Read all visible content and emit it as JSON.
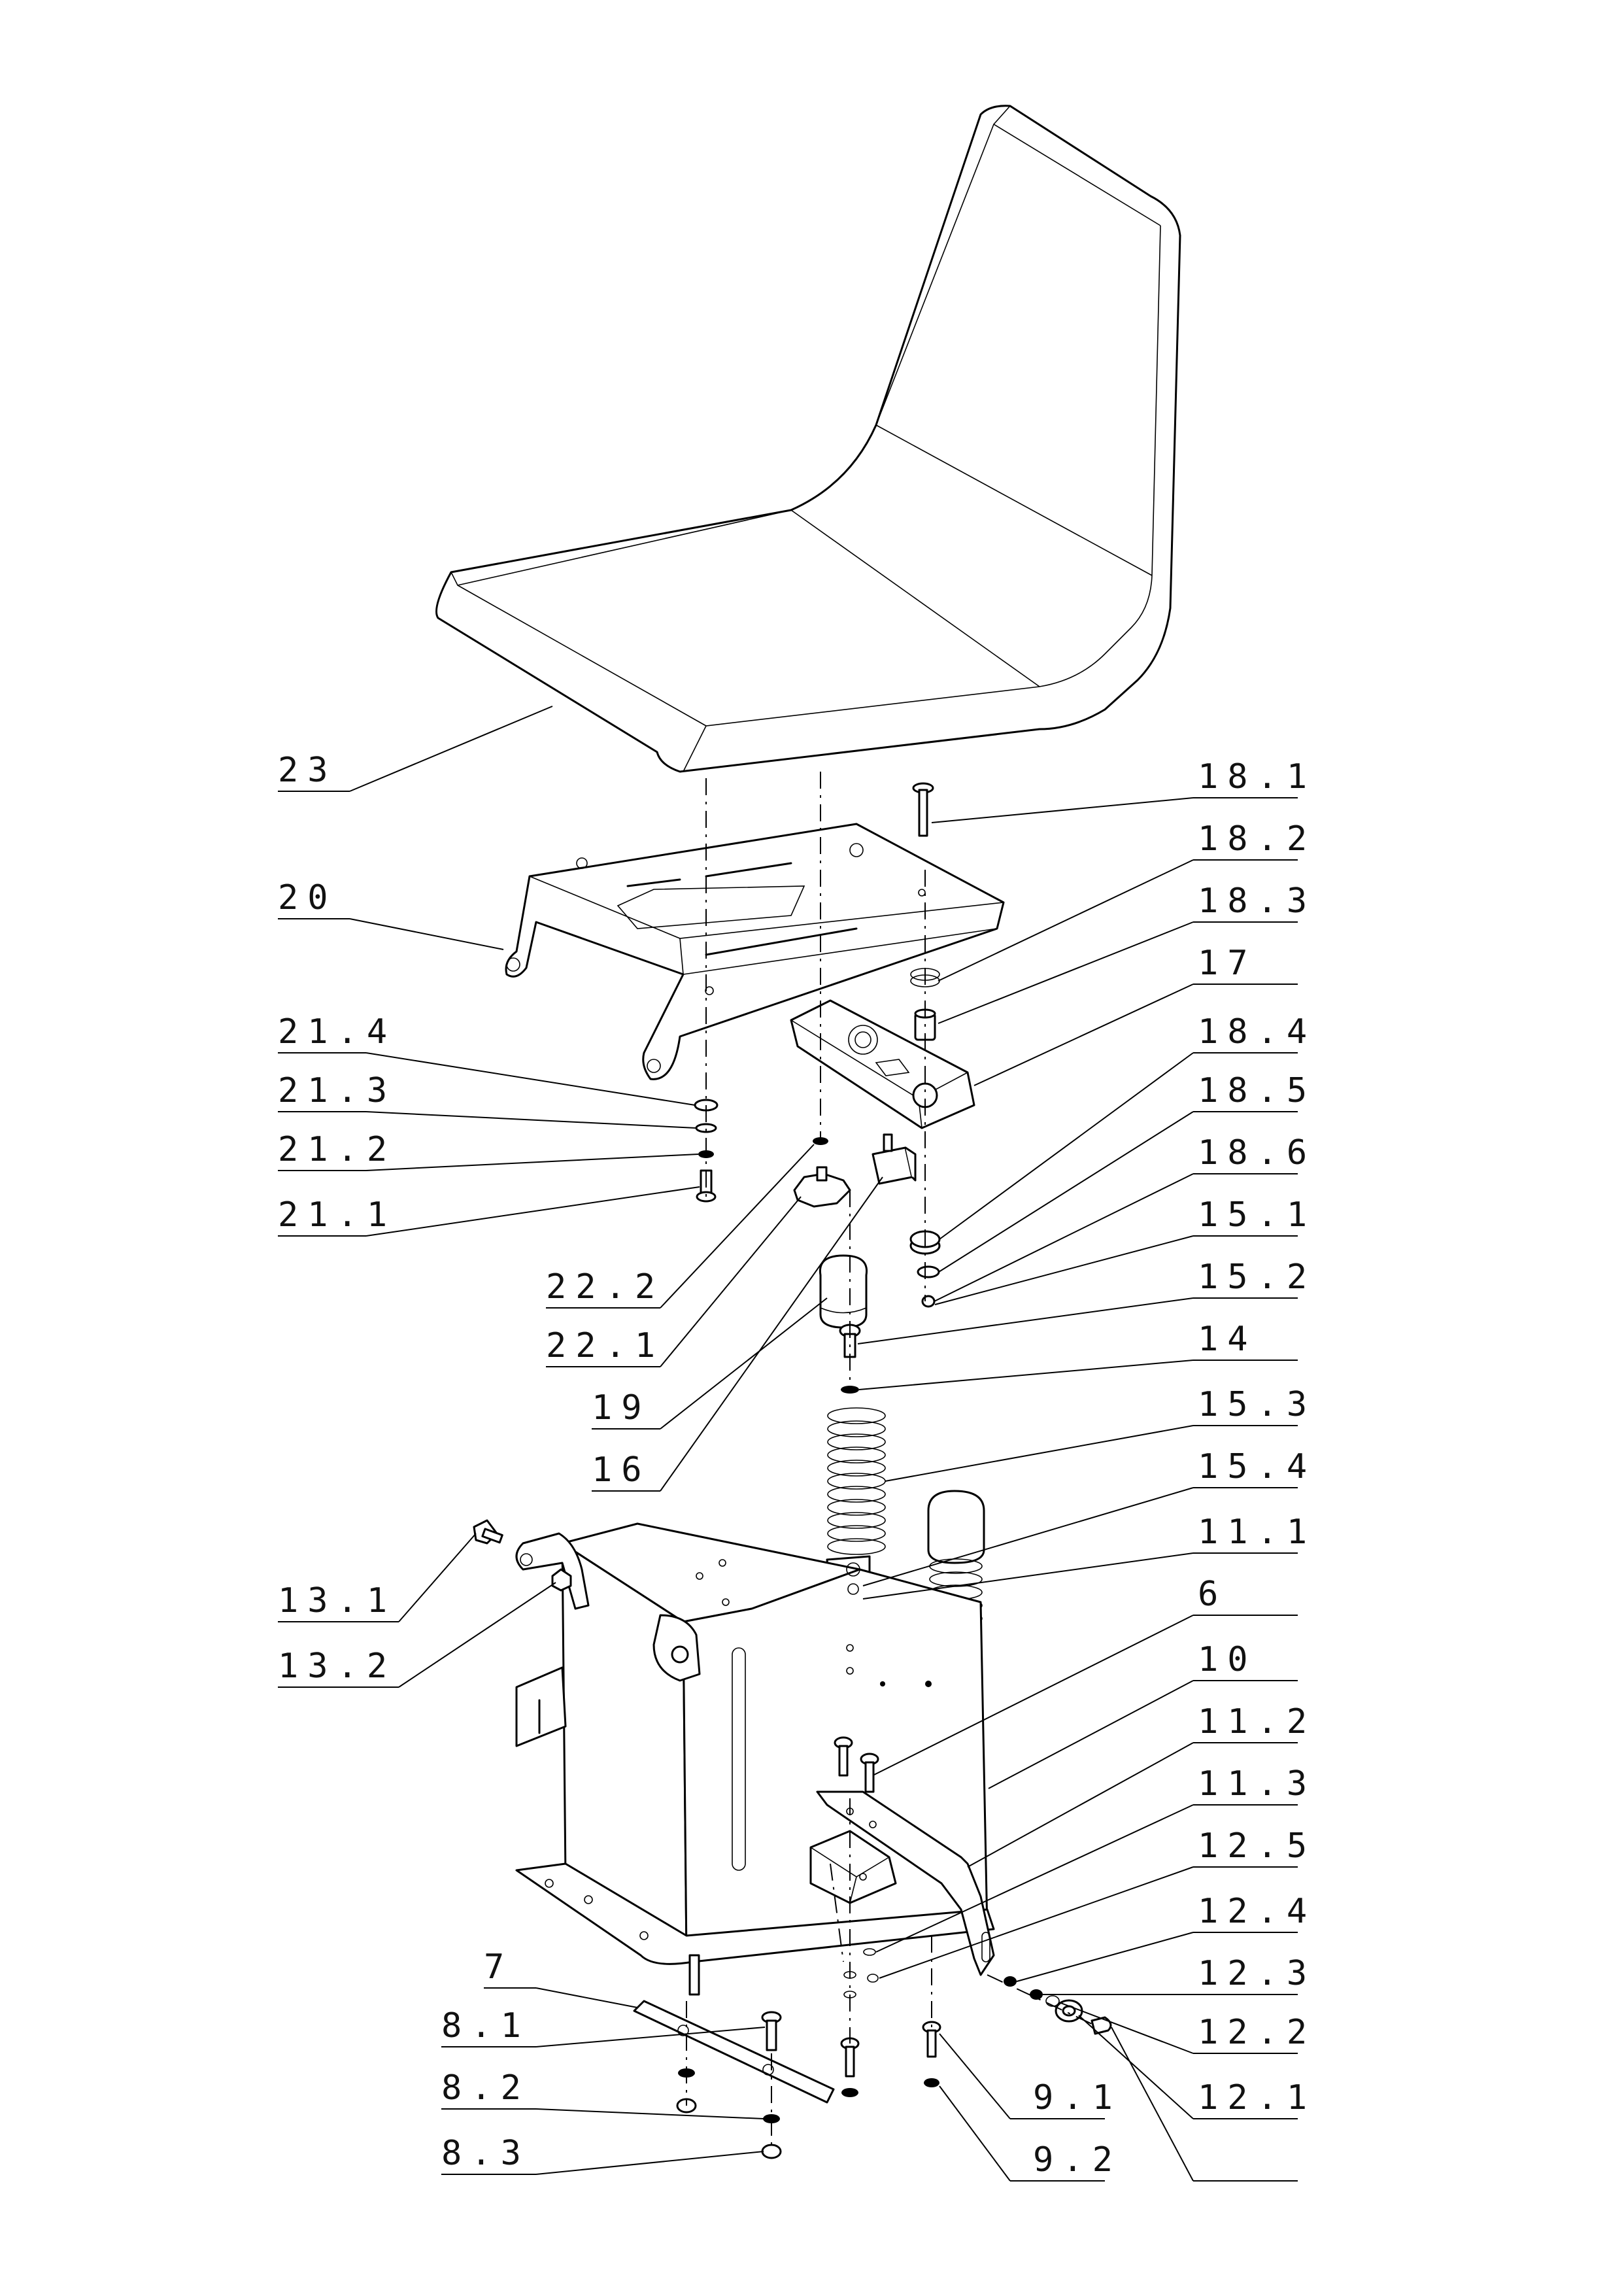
{
  "labels": {
    "l23": "23",
    "l20": "20",
    "l21_4": "21.4",
    "l21_3": "21.3",
    "l21_2": "21.2",
    "l21_1": "21.1",
    "l22_2": "22.2",
    "l22_1": "22.1",
    "l19": "19",
    "l16": "16",
    "l13_1": "13.1",
    "l13_2": "13.2",
    "l7": "7",
    "l8_1": "8.1",
    "l8_2": "8.2",
    "l8_3": "8.3",
    "l18_1": "18.1",
    "l18_2": "18.2",
    "l18_3": "18.3",
    "l17": "17",
    "l18_4": "18.4",
    "l18_5": "18.5",
    "l18_6": "18.6",
    "l15_1": "15.1",
    "l15_2": "15.2",
    "l14": "14",
    "l15_3": "15.3",
    "l15_4": "15.4",
    "l11_1": "11.1",
    "l6": "6",
    "l10": "10",
    "l11_2": "11.2",
    "l11_3": "11.3",
    "l12_5": "12.5",
    "l12_4": "12.4",
    "l12_3": "12.3",
    "l12_2": "12.2",
    "l12_1": "12.1",
    "l9_1": "9.1",
    "l9_2": "9.2"
  }
}
